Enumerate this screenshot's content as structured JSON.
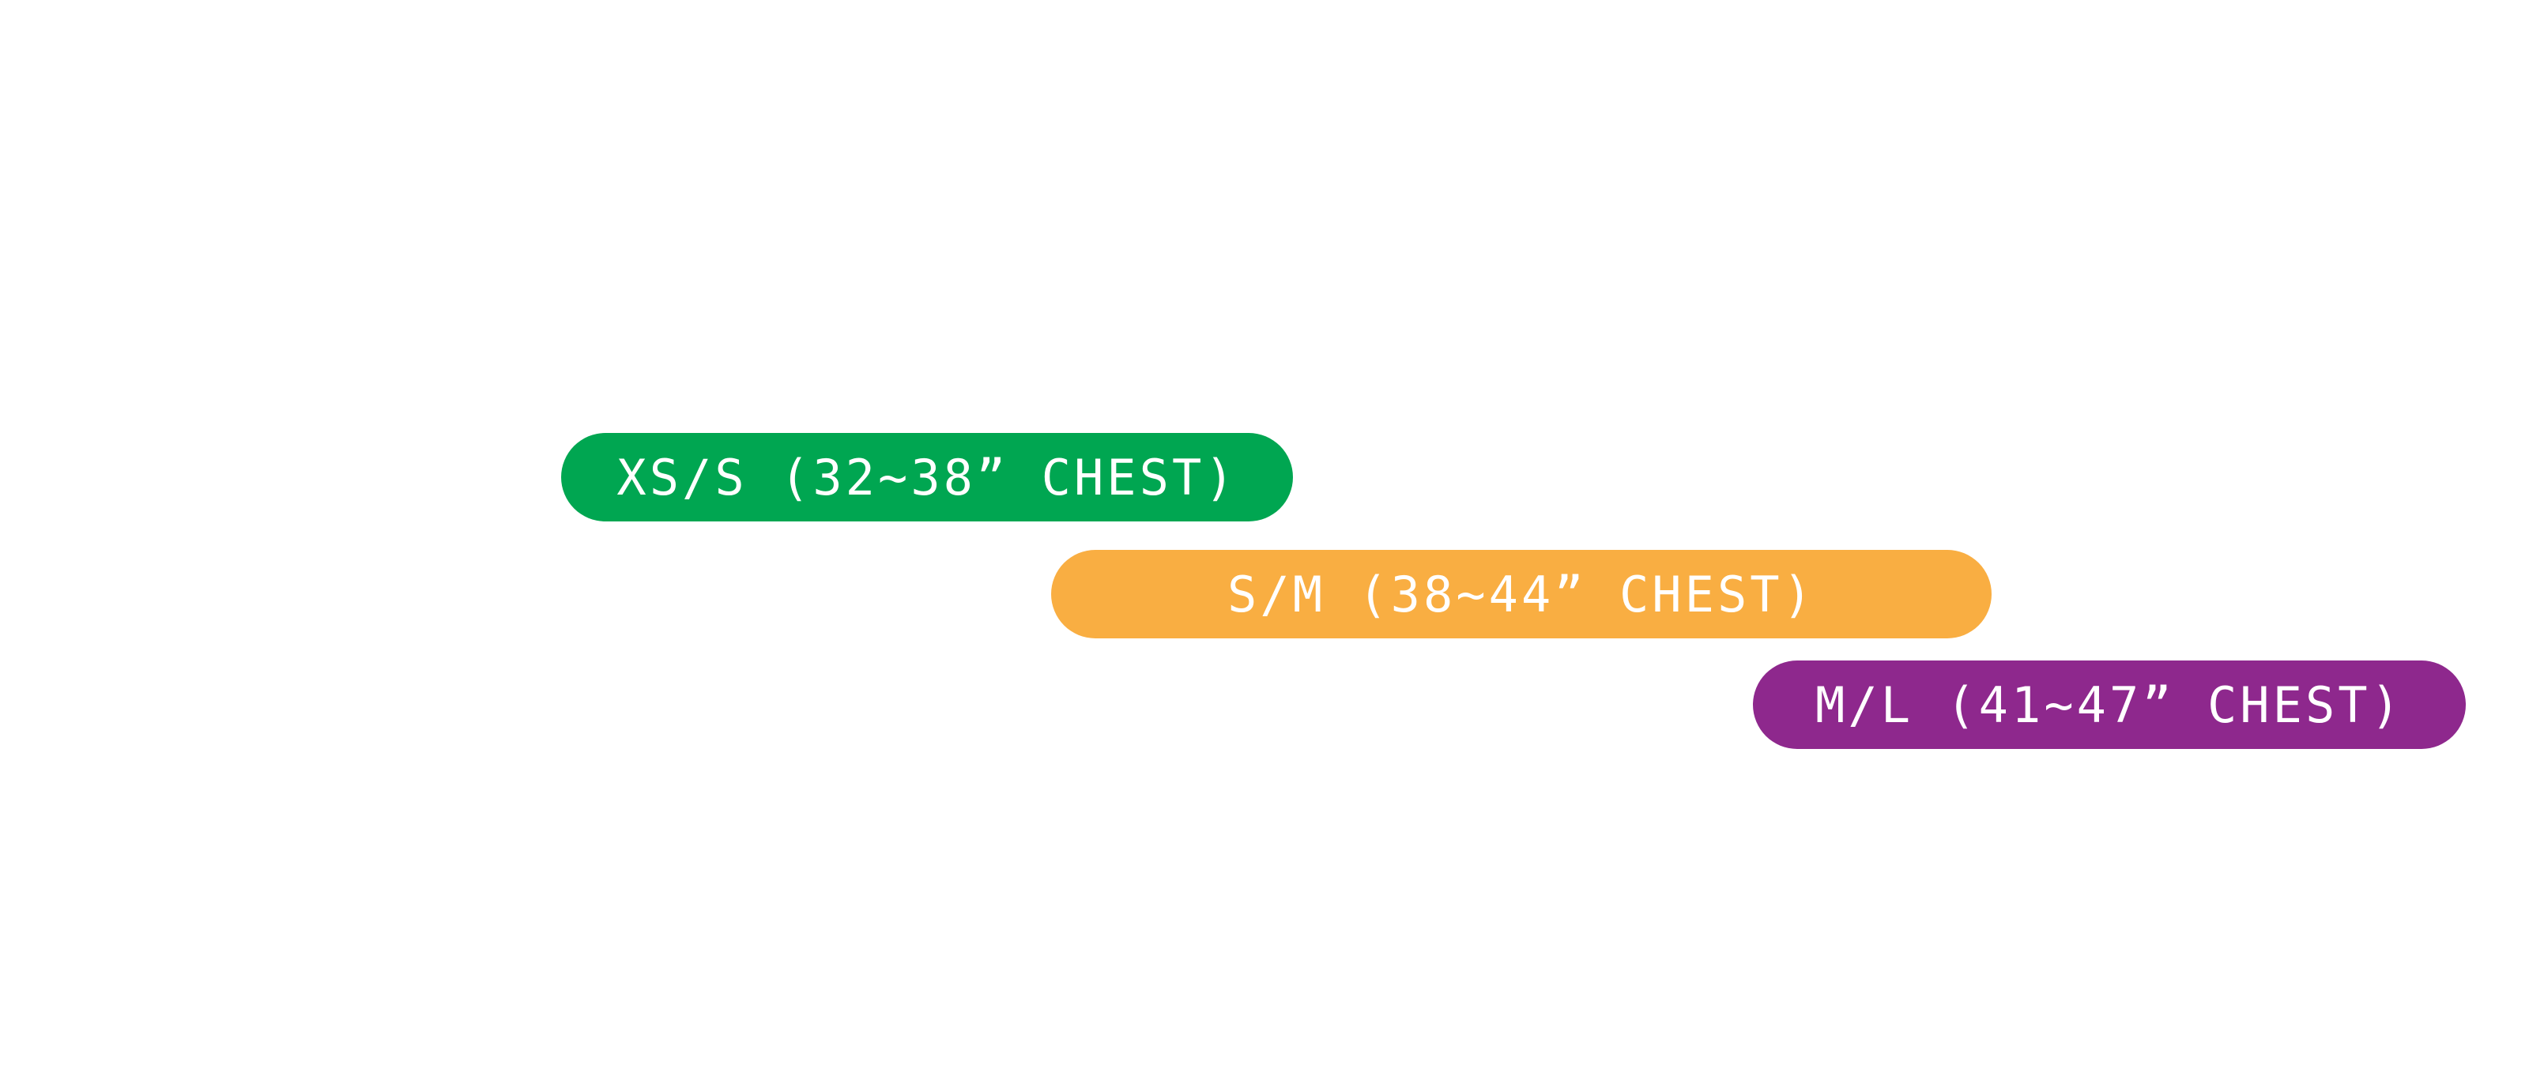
{
  "size_bars": [
    {
      "label": "XS/S (32~38” CHEST)",
      "color": "#00a651"
    },
    {
      "label": "S/M (38~44” CHEST)",
      "color": "#f9ae42"
    },
    {
      "label": "M/L (41~47” CHEST)",
      "color": "#8e288d"
    }
  ]
}
